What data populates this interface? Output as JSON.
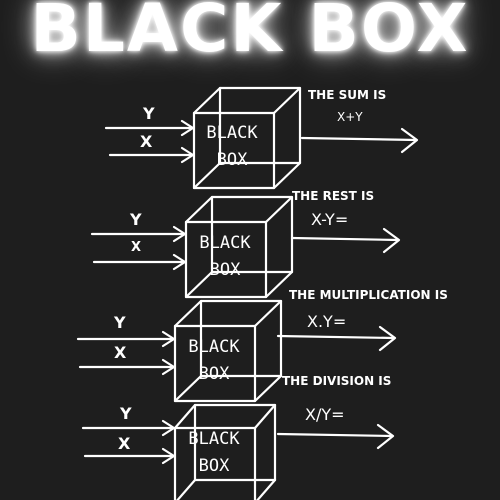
{
  "title": "BLACK BOX",
  "box_text": {
    "line1": "BLACK",
    "line2": "BOX"
  },
  "inputs": {
    "y": "Y",
    "x": "X"
  },
  "operations": [
    {
      "label": "THE SUM IS",
      "expression": "X+Y"
    },
    {
      "label": "THE REST IS",
      "expression": "X-Y="
    },
    {
      "label": "THE MULTIPLICATION IS",
      "expression": "X.Y="
    },
    {
      "label": "THE DIVISION IS",
      "expression": "X/Y="
    }
  ]
}
